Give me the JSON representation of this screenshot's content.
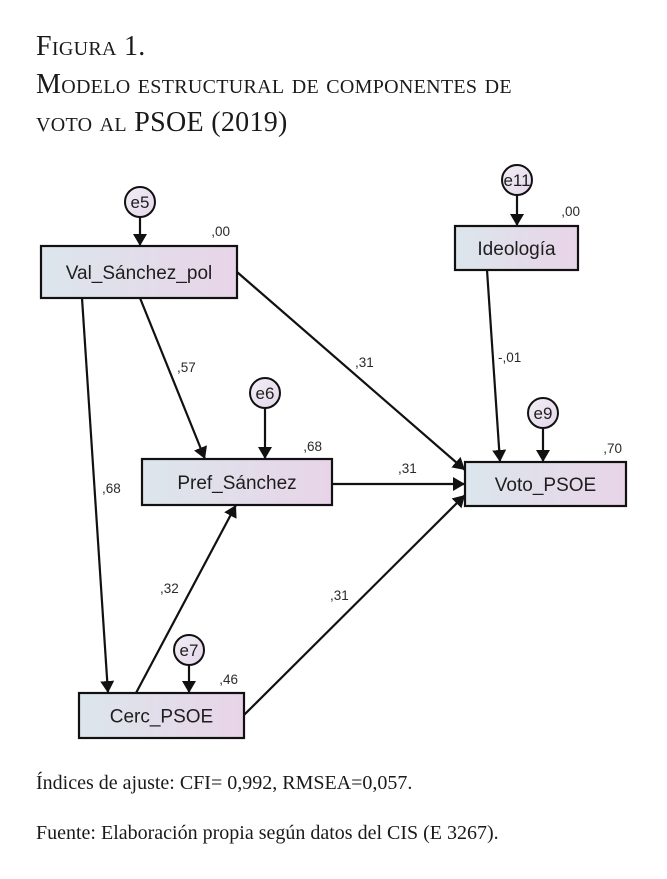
{
  "figure": {
    "label": "Figura 1.",
    "title_line1": "Modelo estructural de componentes de",
    "title_line2": "voto al PSOE (2019)"
  },
  "diagram": {
    "type": "structural-equation-model",
    "colors": {
      "box_gradient_start": "#dce6ec",
      "box_gradient_end": "#e8d4e8",
      "circle_fill": "#ece2f0",
      "stroke": "#111111"
    },
    "nodes": [
      {
        "id": "val",
        "label": "Val_Sánchez_pol",
        "r2": ",00",
        "error": "e5"
      },
      {
        "id": "ideo",
        "label": "Ideología",
        "r2": ",00",
        "error": "e11"
      },
      {
        "id": "pref",
        "label": "Pref_Sánchez",
        "r2": ",68",
        "error": "e6"
      },
      {
        "id": "voto",
        "label": "Voto_PSOE",
        "r2": ",70",
        "error": "e9"
      },
      {
        "id": "cerc",
        "label": "Cerc_PSOE",
        "r2": ",46",
        "error": "e7"
      }
    ],
    "paths": [
      {
        "from": "val",
        "to": "pref",
        "coef": ",57"
      },
      {
        "from": "val",
        "to": "voto",
        "coef": ",31"
      },
      {
        "from": "val",
        "to": "cerc",
        "coef": ",68"
      },
      {
        "from": "ideo",
        "to": "voto",
        "coef": "-,01"
      },
      {
        "from": "pref",
        "to": "voto",
        "coef": ",31"
      },
      {
        "from": "cerc",
        "to": "pref",
        "coef": ",32"
      },
      {
        "from": "cerc",
        "to": "voto",
        "coef": ",31"
      }
    ]
  },
  "notes": {
    "fit_indices": "Índices de ajuste: CFI= 0,992, RMSEA=0,057.",
    "source": "Fuente: Elaboración propia según datos del CIS (E 3267)."
  }
}
